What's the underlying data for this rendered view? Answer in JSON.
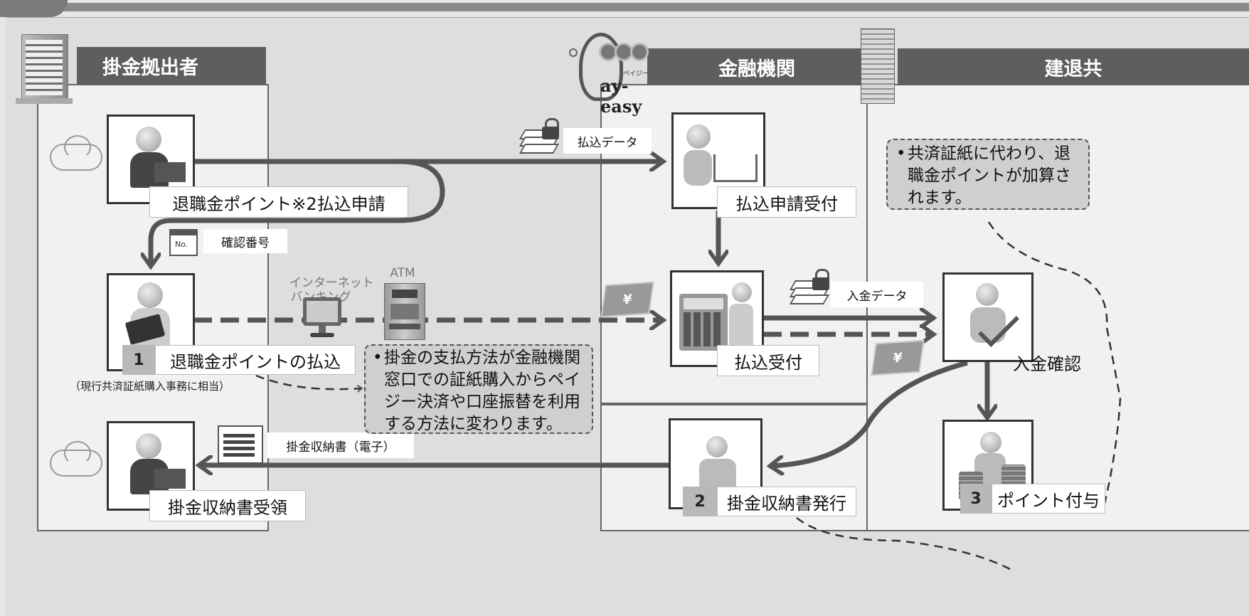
{
  "columns": {
    "contributor": "掛金拠出者",
    "bank": "金融機関",
    "kentaikyo": "建退共"
  },
  "logo": {
    "text": "ay-easy",
    "kana": "ペイジー"
  },
  "steps": {
    "apply": "退職金ポイント※2払込申請",
    "apply_received": "払込申請受付",
    "pay": "退職金ポイントの払込",
    "pay_num": "1",
    "pay_received": "払込受付",
    "deposit_check": "入金確認",
    "receipt_issue": "掛金収納書発行",
    "receipt_num": "2",
    "point_grant": "ポイント付与",
    "point_num": "3",
    "receipt_received": "掛金収納書受領"
  },
  "flow_labels": {
    "payment_data": "払込データ",
    "confirmation_no": "確認番号",
    "deposit_data": "入金データ",
    "receipt_electronic": "掛金収納書（電子）",
    "internet_banking": "インターネット\nバンキング",
    "atm": "ATM",
    "no_badge": "No.",
    "yen": "¥"
  },
  "note_current": "（現行共済証紙購入事務に相当）",
  "callouts": {
    "points": "共済証紙に代わり、退職金ポイントが加算されます。",
    "payment_method": "掛金の支払方法が金融機関窓口での証紙購入からペイジー決済や口座振替を利用する方法に変わります。",
    "bullet": "•"
  }
}
